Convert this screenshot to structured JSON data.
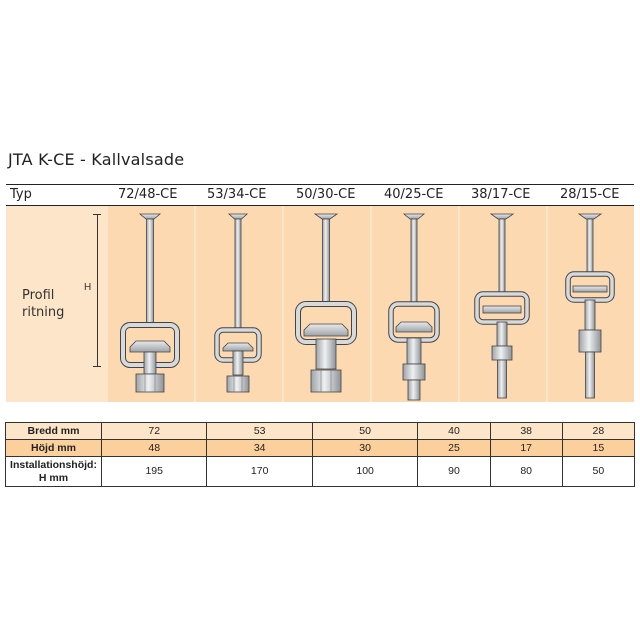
{
  "title": "JTA K-CE - Kallvalsade",
  "header": {
    "typ_label": "Typ",
    "types": [
      "72/48-CE",
      "53/34-CE",
      "50/30-CE",
      "40/25-CE",
      "38/17-CE",
      "28/15-CE"
    ]
  },
  "drawing": {
    "profil_line1": "Profil",
    "profil_line2": "ritning",
    "dimension_label": "H"
  },
  "table": {
    "rows": [
      {
        "label": "Bredd mm",
        "values": [
          "72",
          "53",
          "50",
          "40",
          "38",
          "28"
        ]
      },
      {
        "label": "Höjd mm",
        "values": [
          "48",
          "34",
          "30",
          "25",
          "17",
          "15"
        ]
      },
      {
        "label": "Installationshöjd:",
        "label2": "H mm",
        "values": [
          "195",
          "170",
          "100",
          "90",
          "80",
          "50"
        ]
      }
    ]
  },
  "colors": {
    "band_light": "#fce5c8",
    "band_panel": "#fcd9b0",
    "row_highlight": "#fcd09c",
    "metal": "#c9ccd0",
    "outline": "#444444"
  }
}
